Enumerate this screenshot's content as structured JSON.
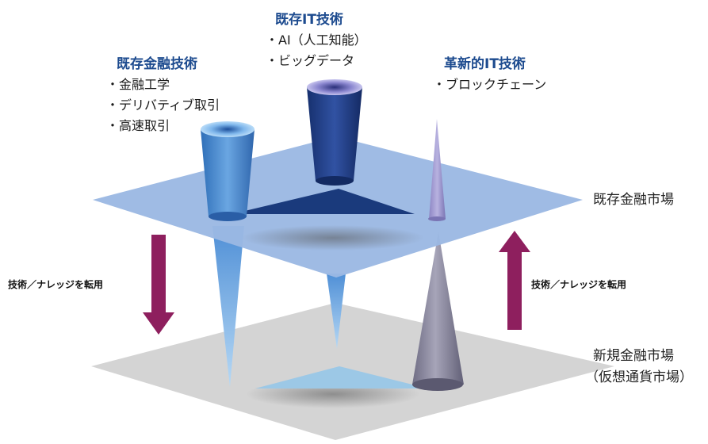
{
  "groups": {
    "existing_finance": {
      "title": "既存金融技術",
      "items": [
        "・金融工学",
        "・デリバティブ取引",
        "・高速取引"
      ]
    },
    "existing_it": {
      "title": "既存IT技術",
      "items": [
        "・AI（人工知能）",
        "・ビッグデータ"
      ]
    },
    "innovative_it": {
      "title": "革新的IT技術",
      "items": [
        "・ブロックチェーン"
      ]
    }
  },
  "planes": {
    "top": {
      "label": "既存金融市場"
    },
    "bottom": {
      "label_line1": "新規金融市場",
      "label_line2": "（仮想通貨市場）"
    }
  },
  "arrows": {
    "left": {
      "label": "技術／ナレッジを転用",
      "direction": "down"
    },
    "right": {
      "label": "技術／ナレッジを転用",
      "direction": "up"
    }
  },
  "colors": {
    "top_plane": "#9bb8e3",
    "bottom_plane": "#d4d4d4",
    "arrow": "#8e1f5e",
    "title": "#1d4b8f"
  }
}
